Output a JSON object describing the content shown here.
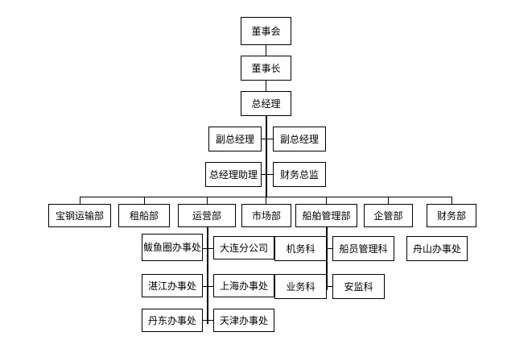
{
  "chart": {
    "type": "org-chart",
    "title": "",
    "orientation": "top-down",
    "nodes": {
      "board": "董事会",
      "chairman": "董事长",
      "general_manager": "总经理",
      "deputy_gm_1": "副总经理",
      "deputy_gm_2": "副总经理",
      "gm_assistant": "总经理助理",
      "finance_director": "财务总监",
      "dept_baogang_transport": "宝钢运输部",
      "dept_chartering": "租船部",
      "dept_operations": "运营部",
      "dept_market": "市场部",
      "dept_ship_management": "船舶管理部",
      "dept_enterprise_management": "企管部",
      "dept_finance": "财务部",
      "office_bayuquan": "鲅鱼圈办事处",
      "branch_dalian": "大连分公司",
      "section_engineering": "机务科",
      "section_crew_management": "船员管理科",
      "office_zhoushan": "舟山办事处",
      "office_zhanjiang": "湛江办事处",
      "office_shanghai": "上海办事处",
      "section_business": "业务科",
      "section_safety": "安监科",
      "office_dandong": "丹东办事处",
      "office_tianjin": "天津办事处"
    }
  }
}
